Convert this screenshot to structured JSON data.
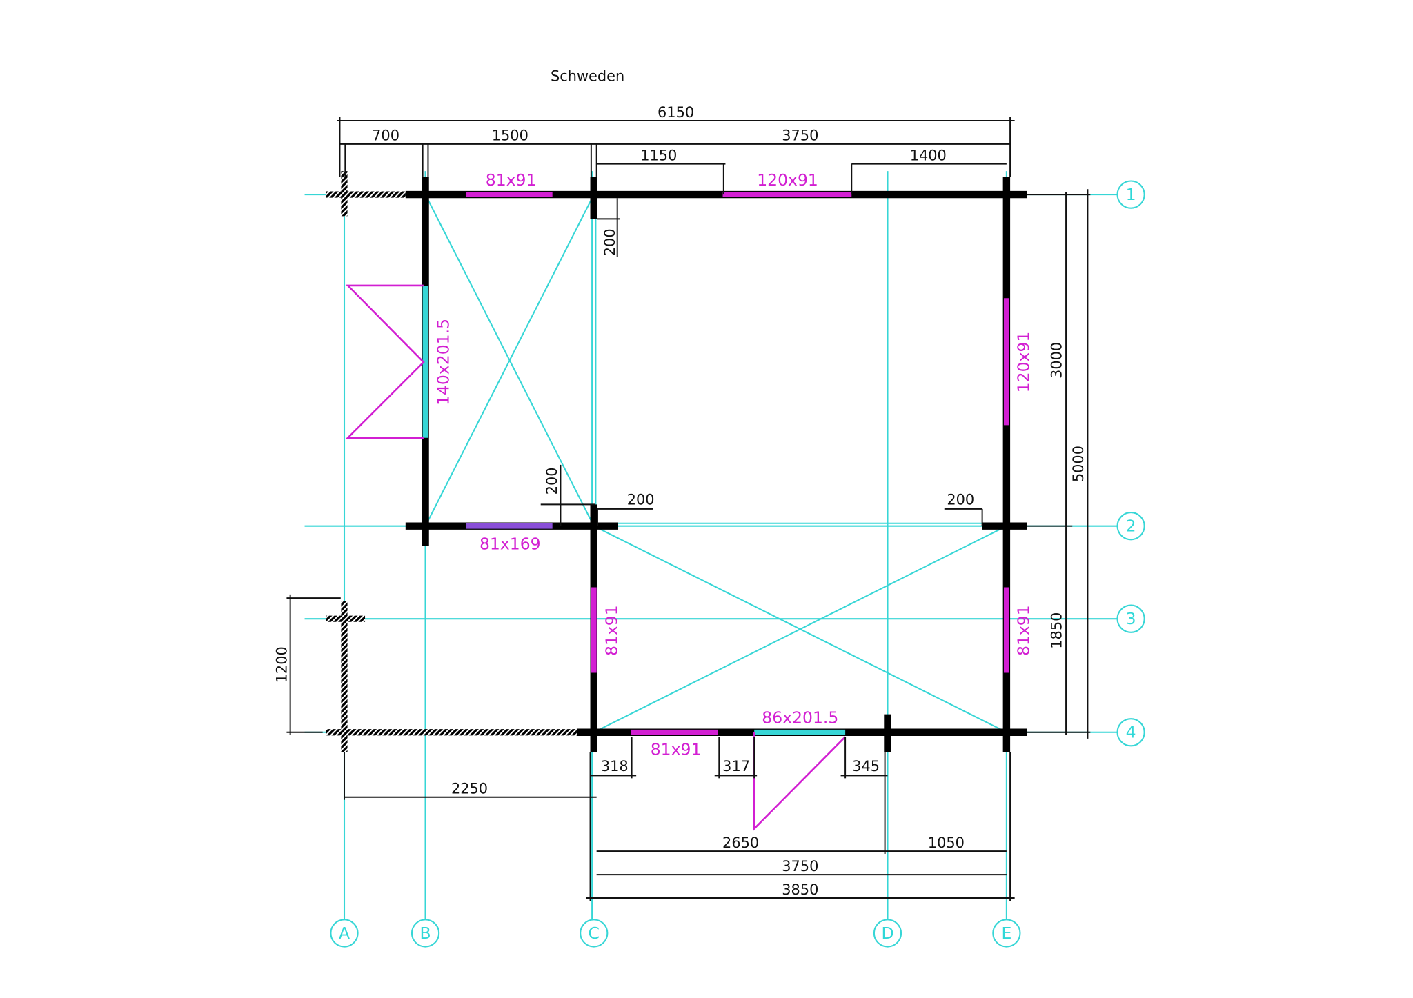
{
  "title": "Schweden",
  "dimensions": {
    "overall_top": "6150",
    "top_a_b": "700",
    "top_b_c": "1500",
    "top_c_e": "3750",
    "top_window_left": "1150",
    "top_window_right": "1400",
    "post_top": "200",
    "post_mid_vertical": "200",
    "post_mid_c": "200",
    "post_mid_e": "200",
    "right_1_2": "3000",
    "right_total": "5000",
    "right_2_4": "1850",
    "left_terrace": "1200",
    "bottom_318": "318",
    "bottom_317": "317",
    "bottom_345": "345",
    "bottom_a_c": "2250",
    "bottom_c_d": "2650",
    "bottom_d_e": "1050",
    "bottom_c_e": "3750",
    "bottom_overall": "3850"
  },
  "openings": {
    "top_left_window": "81x91",
    "top_right_window": "120x91",
    "left_door": "140x201.5",
    "right_upper_window": "120x91",
    "mid_window": "81x169",
    "c_window": "81x91",
    "e_lower_window": "81x91",
    "bottom_door": "86x201.5",
    "bottom_window": "81x91"
  },
  "axes": {
    "columns": [
      "A",
      "B",
      "C",
      "D",
      "E"
    ],
    "rows": [
      "1",
      "2",
      "3",
      "4"
    ]
  },
  "colors": {
    "wall": "#000000",
    "axis": "#37d6d6",
    "opening": "#d21fd2"
  }
}
